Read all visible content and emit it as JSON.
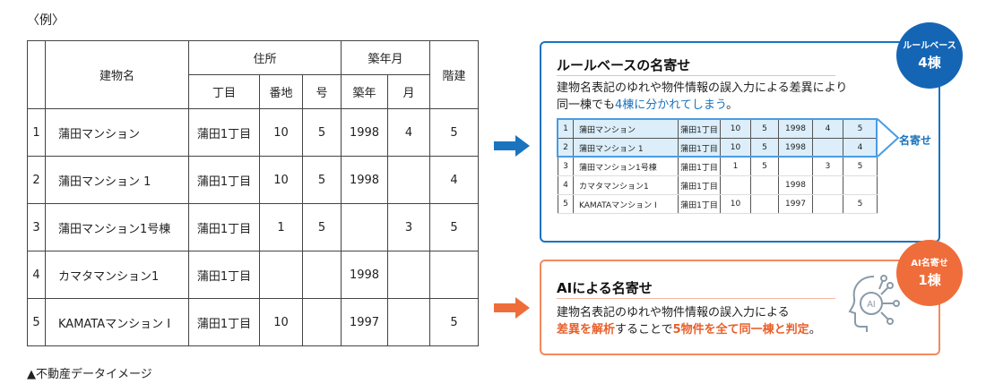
{
  "example_label": "〈例〉",
  "table": {
    "headers": {
      "building_name": "建物名",
      "address": "住所",
      "chome": "丁目",
      "banchi": "番地",
      "go": "号",
      "built_ym": "築年月",
      "built_year": "築年",
      "built_month": "月",
      "floors": "階建"
    },
    "rows": [
      {
        "no": "1",
        "name": "蒲田マンション",
        "chome": "蒲田1丁目",
        "banchi": "10",
        "go": "5",
        "year": "1998",
        "month": "4",
        "floors": "5"
      },
      {
        "no": "2",
        "name": "蒲田マンション 1",
        "chome": "蒲田1丁目",
        "banchi": "10",
        "go": "5",
        "year": "1998",
        "month": "",
        "floors": "4"
      },
      {
        "no": "3",
        "name": "蒲田マンション1号棟",
        "chome": "蒲田1丁目",
        "banchi": "1",
        "go": "5",
        "year": "",
        "month": "3",
        "floors": "5"
      },
      {
        "no": "4",
        "name": "カマタマンション1",
        "chome": "蒲田1丁目",
        "banchi": "",
        "go": "",
        "year": "1998",
        "month": "",
        "floors": ""
      },
      {
        "no": "5",
        "name": "KAMATAマンション Ⅰ",
        "chome": "蒲田1丁目",
        "banchi": "10",
        "go": "",
        "year": "1997",
        "month": "",
        "floors": "5"
      }
    ]
  },
  "caption": "▲不動産データイメージ",
  "rule_box": {
    "title": "ルールベースの名寄せ",
    "desc_line1": "建物名表記のゆれや物件情報の誤入力による差異により",
    "desc_line2_prefix": "同一棟でも",
    "desc_line2_highlight": "4棟に分かれてしまう",
    "desc_line2_suffix": "。",
    "badge_line1": "ルールベース",
    "badge_line2": "4棟",
    "merge_label": "名寄せ",
    "mini_rows": [
      {
        "no": "1",
        "name": "蒲田マンション",
        "chome": "蒲田1丁目",
        "banchi": "10",
        "go": "5",
        "year": "1998",
        "month": "4",
        "floors": "5"
      },
      {
        "no": "2",
        "name": "蒲田マンション 1",
        "chome": "蒲田1丁目",
        "banchi": "10",
        "go": "5",
        "year": "1998",
        "month": "",
        "floors": "4"
      },
      {
        "no": "3",
        "name": "蒲田マンション1号棟",
        "chome": "蒲田1丁目",
        "banchi": "1",
        "go": "5",
        "year": "",
        "month": "3",
        "floors": "5"
      },
      {
        "no": "4",
        "name": "カマタマンション1",
        "chome": "蒲田1丁目",
        "banchi": "",
        "go": "",
        "year": "1998",
        "month": "",
        "floors": ""
      },
      {
        "no": "5",
        "name": "KAMATAマンション Ⅰ",
        "chome": "蒲田1丁目",
        "banchi": "10",
        "go": "",
        "year": "1997",
        "month": "",
        "floors": "5"
      }
    ]
  },
  "ai_box": {
    "title": "AIによる名寄せ",
    "desc_line1": "建物名表記のゆれや物件情報の誤入力による",
    "desc_line2_hl1": "差異を解析",
    "desc_line2_mid": "することで",
    "desc_line2_hl2": "5物件を全て同一棟と判定",
    "desc_line2_suffix": "。",
    "badge_line1": "AI名寄せ",
    "badge_line2": "1棟",
    "icon_text": "AI"
  },
  "colors": {
    "blue": "#1a73bf",
    "orange": "#ef6d3a",
    "highlight_row": "#dbeef9"
  }
}
